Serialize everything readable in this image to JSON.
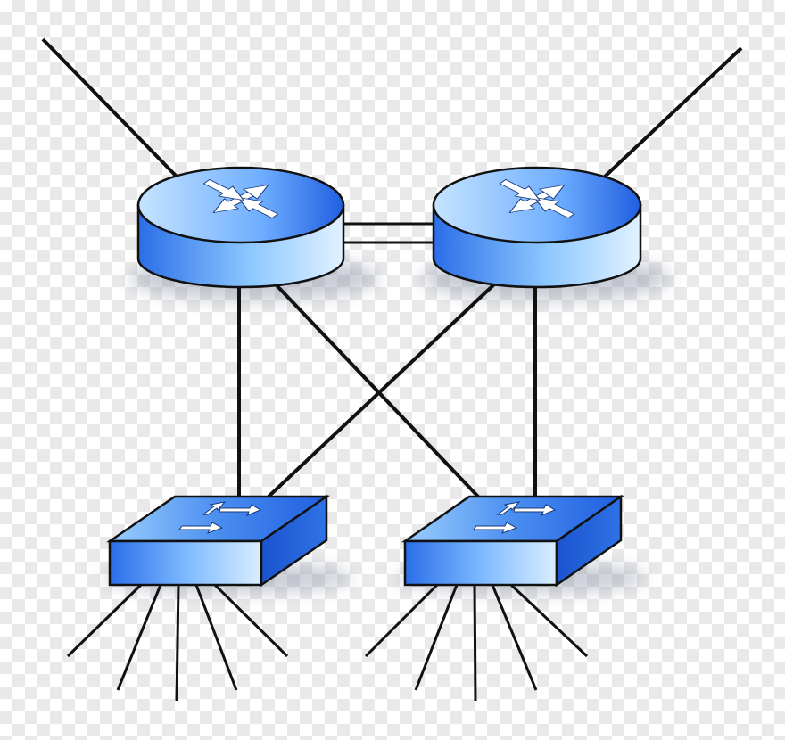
{
  "diagram": {
    "nodes": [
      {
        "id": "router-left",
        "type": "router",
        "icon": "router-icon"
      },
      {
        "id": "router-right",
        "type": "router",
        "icon": "router-icon"
      },
      {
        "id": "switch-left",
        "type": "switch",
        "icon": "switch-icon"
      },
      {
        "id": "switch-right",
        "type": "switch",
        "icon": "switch-icon"
      }
    ],
    "links": [
      {
        "from": "router-left",
        "to": "router-right",
        "style": "double"
      },
      {
        "from": "router-left",
        "to": "switch-left"
      },
      {
        "from": "router-left",
        "to": "switch-right"
      },
      {
        "from": "router-right",
        "to": "switch-left"
      },
      {
        "from": "router-right",
        "to": "switch-right"
      },
      {
        "from": "router-left",
        "to": "uplink"
      },
      {
        "from": "router-right",
        "to": "uplink"
      }
    ],
    "endpoint_lines_per_switch": 5
  },
  "colors": {
    "device_blue_dark": "#1f5fe0",
    "device_blue_light": "#d6ecff",
    "outline": "#111111",
    "link": "#111111",
    "arrow": "#ffffff"
  }
}
